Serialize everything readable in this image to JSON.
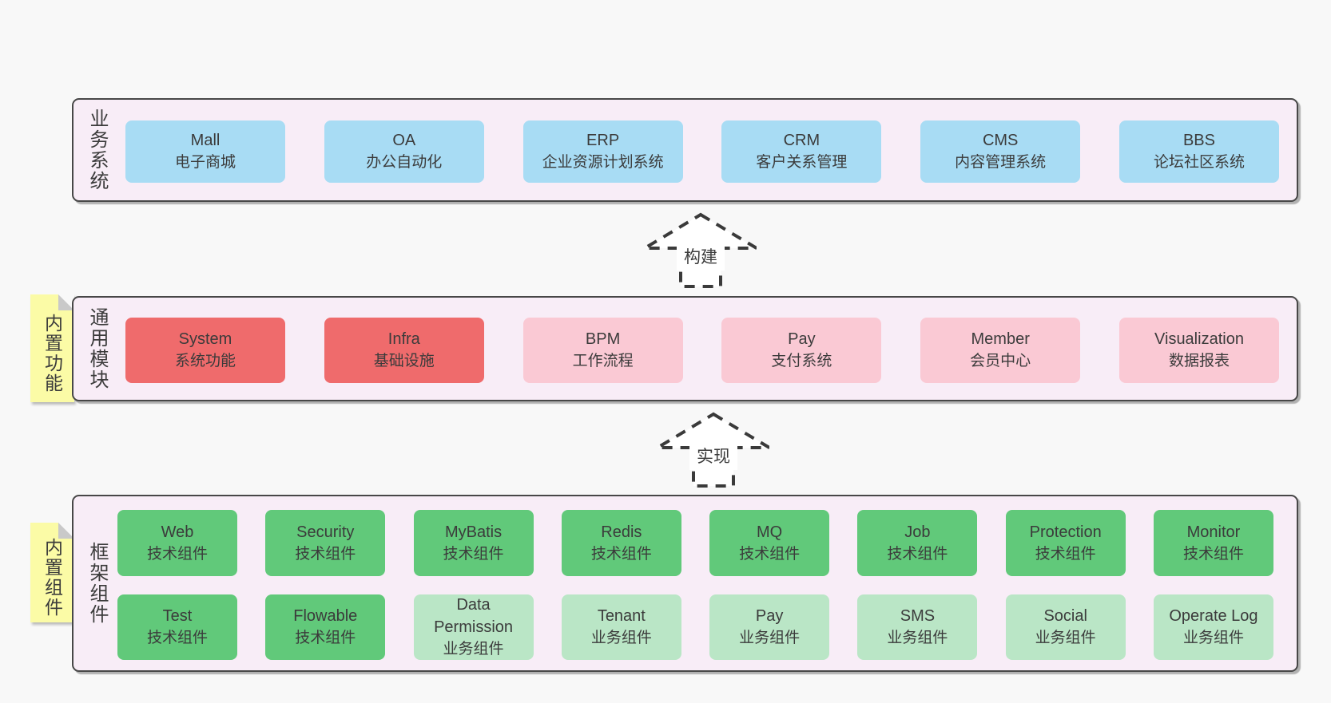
{
  "colors": {
    "page_bg": "#f8f8f8",
    "band_bg": "#f8edf7",
    "band_border": "#474747",
    "node_blue": "#a8dcf4",
    "node_red": "#ef6b6c",
    "node_pink": "#fac9d4",
    "node_green": "#61c97a",
    "node_green_light": "#bae6c6",
    "sticky_yellow": "#fbfba6",
    "text": "#3b3b3b"
  },
  "bands": [
    {
      "label": "业务系统",
      "boxes": [
        {
          "title": "Mall",
          "subtitle": "电子商城",
          "type": "blue"
        },
        {
          "title": "OA",
          "subtitle": "办公自动化",
          "type": "blue"
        },
        {
          "title": "ERP",
          "subtitle": "企业资源计划系统",
          "type": "blue"
        },
        {
          "title": "CRM",
          "subtitle": "客户关系管理",
          "type": "blue"
        },
        {
          "title": "CMS",
          "subtitle": "内容管理系统",
          "type": "blue"
        },
        {
          "title": "BBS",
          "subtitle": "论坛社区系统",
          "type": "blue"
        }
      ]
    },
    {
      "label": "通用模块",
      "sticky": "内置功能",
      "boxes": [
        {
          "title": "System",
          "subtitle": "系统功能",
          "type": "red"
        },
        {
          "title": "Infra",
          "subtitle": "基础设施",
          "type": "red"
        },
        {
          "title": "BPM",
          "subtitle": "工作流程",
          "type": "pink"
        },
        {
          "title": "Pay",
          "subtitle": "支付系统",
          "type": "pink"
        },
        {
          "title": "Member",
          "subtitle": "会员中心",
          "type": "pink"
        },
        {
          "title": "Visualization",
          "subtitle": "数据报表",
          "type": "pink"
        }
      ]
    },
    {
      "label": "框架组件",
      "sticky": "内置组件",
      "rows": [
        [
          {
            "title": "Web",
            "subtitle": "技术组件",
            "type": "green"
          },
          {
            "title": "Security",
            "subtitle": "技术组件",
            "type": "green"
          },
          {
            "title": "MyBatis",
            "subtitle": "技术组件",
            "type": "green"
          },
          {
            "title": "Redis",
            "subtitle": "技术组件",
            "type": "green"
          },
          {
            "title": "MQ",
            "subtitle": "技术组件",
            "type": "green"
          },
          {
            "title": "Job",
            "subtitle": "技术组件",
            "type": "green"
          },
          {
            "title": "Protection",
            "subtitle": "技术组件",
            "type": "green"
          },
          {
            "title": "Monitor",
            "subtitle": "技术组件",
            "type": "green"
          }
        ],
        [
          {
            "title": "Test",
            "subtitle": "技术组件",
            "type": "green"
          },
          {
            "title": "Flowable",
            "subtitle": "技术组件",
            "type": "green"
          },
          {
            "title": "Data Permission",
            "subtitle": "业务组件",
            "type": "green-light"
          },
          {
            "title": "Tenant",
            "subtitle": "业务组件",
            "type": "green-light"
          },
          {
            "title": "Pay",
            "subtitle": "业务组件",
            "type": "green-light"
          },
          {
            "title": "SMS",
            "subtitle": "业务组件",
            "type": "green-light"
          },
          {
            "title": "Social",
            "subtitle": "业务组件",
            "type": "green-light"
          },
          {
            "title": "Operate Log",
            "subtitle": "业务组件",
            "type": "green-light"
          }
        ]
      ]
    }
  ],
  "arrows": [
    {
      "label": "构建"
    },
    {
      "label": "实现"
    }
  ]
}
